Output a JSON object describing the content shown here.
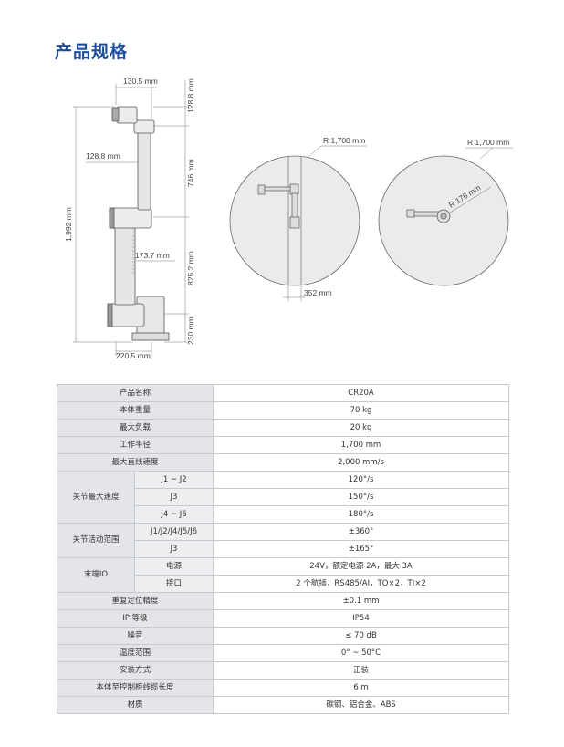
{
  "page": {
    "title": "产品规格"
  },
  "diagram": {
    "dim_130_5": "130.5 mm",
    "dim_128_8_v": "128.8 mm",
    "dim_128_8_h": "128.8 mm",
    "dim_746": "746 mm",
    "dim_1992": "1,992 mm",
    "dim_173_7": "173.7 mm",
    "dim_825_2": "825.2 mm",
    "dim_230": "230 mm",
    "dim_220_5": "220.5 mm",
    "r1700_a": "R 1,700 mm",
    "r1700_b": "R 1,700 mm",
    "dim_352": "352 mm",
    "r176": "R 176 mm"
  },
  "specs": {
    "r0": {
      "label": "产品名称",
      "value": "CR20A"
    },
    "r1": {
      "label": "本体重量",
      "value": "70 kg"
    },
    "r2": {
      "label": "最大负载",
      "value": "20 kg"
    },
    "r3": {
      "label": "工作半径",
      "value": "1,700 mm"
    },
    "r4": {
      "label": "最大直线速度",
      "value": "2,000 mm/s"
    },
    "g1": {
      "label": "关节最大速度",
      "s0": {
        "label": "J1 ~ J2",
        "value": "120°/s"
      },
      "s1": {
        "label": "J3",
        "value": "150°/s"
      },
      "s2": {
        "label": "J4 ~ J6",
        "value": "180°/s"
      }
    },
    "g2": {
      "label": "关节活动范围",
      "s0": {
        "label": "J1/J2/J4/J5/J6",
        "value": "±360°"
      },
      "s1": {
        "label": "J3",
        "value": "±165°"
      }
    },
    "g3": {
      "label": "末端IO",
      "s0": {
        "label": "电源",
        "value": "24V，额定电源 2A，最大 3A"
      },
      "s1": {
        "label": "接口",
        "value": "2 个航插，RS485/AI，TO×2，TI×2"
      }
    },
    "r5": {
      "label": "重复定位精度",
      "value": "±0.1 mm"
    },
    "r6": {
      "label": "IP 等级",
      "value": "IP54"
    },
    "r7": {
      "label": "噪音",
      "value": "≤ 70 dB"
    },
    "r8": {
      "label": "温度范围",
      "value": "0° ~ 50°C"
    },
    "r9": {
      "label": "安装方式",
      "value": "正装"
    },
    "r10": {
      "label": "本体至控制柜线缆长度",
      "value": "6 m"
    },
    "r11": {
      "label": "材质",
      "value": "碳钢、铝合金、ABS"
    }
  }
}
